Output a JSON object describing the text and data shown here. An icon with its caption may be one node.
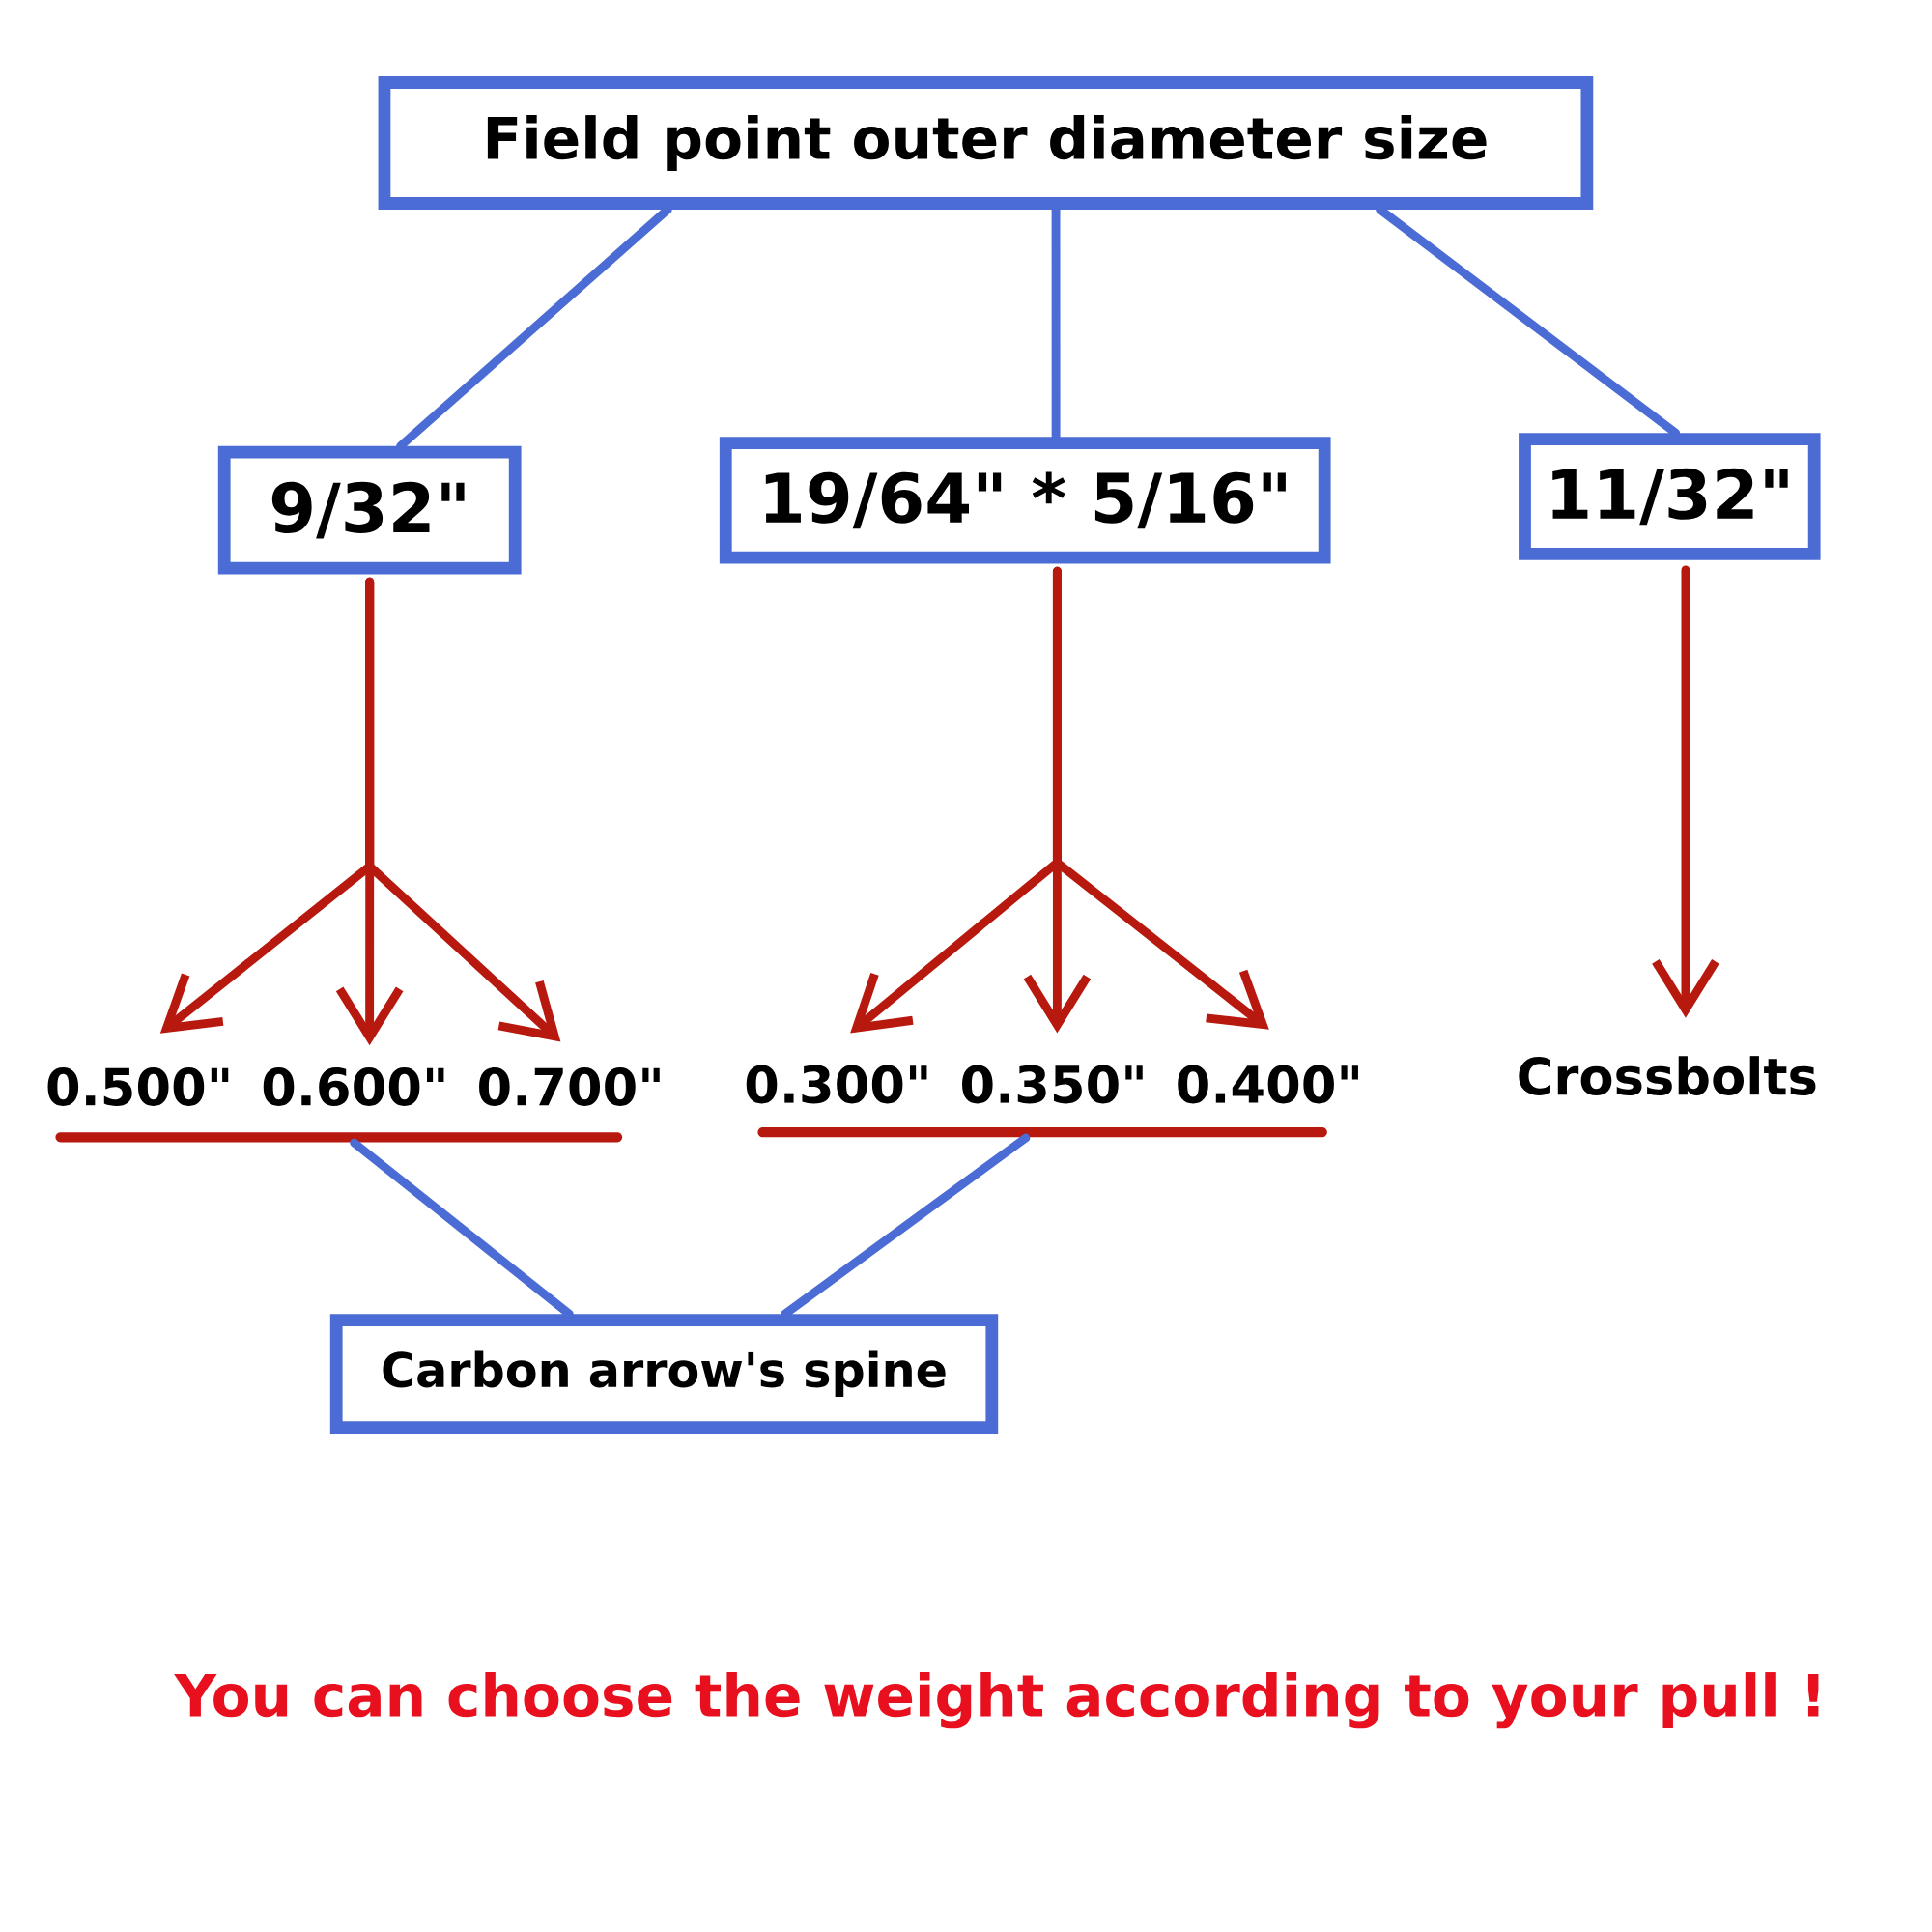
{
  "diagram": {
    "nodes": [
      {
        "text": [
          "Field point outer diameter size"
        ]
      },
      {
        "text": [
          "9/32\""
        ]
      },
      {
        "text": [
          "19/64\" * 5/16\""
        ]
      },
      {
        "text": [
          "11/32\""
        ]
      },
      {
        "text": [
          "0.500\""
        ]
      },
      {
        "text": [
          "0.600\""
        ]
      },
      {
        "text": [
          "0.700\""
        ]
      },
      {
        "text": [
          "0.300\""
        ]
      },
      {
        "text": [
          "0.350\""
        ]
      },
      {
        "text": [
          "0.400\""
        ]
      },
      {
        "text": [
          "Crossbolts"
        ]
      },
      {
        "text": [],
        "shape": "bar"
      },
      {
        "text": [],
        "shape": "bar"
      },
      {
        "text": [
          "Carbon arrow's spine"
        ]
      }
    ],
    "edges": [
      {
        "from": 0,
        "to": 1,
        "arrow": "none",
        "color": "#4a6cd4"
      },
      {
        "from": 0,
        "to": 2,
        "arrow": "none",
        "color": "#4a6cd4"
      },
      {
        "from": 0,
        "to": 3,
        "arrow": "none",
        "color": "#4a6cd4"
      },
      {
        "from": 1,
        "to": 4,
        "arrow": "to"
      },
      {
        "from": 1,
        "to": 5,
        "arrow": "to"
      },
      {
        "from": 1,
        "to": 6,
        "arrow": "to"
      },
      {
        "from": 2,
        "to": 7,
        "arrow": "to"
      },
      {
        "from": 2,
        "to": 8,
        "arrow": "to"
      },
      {
        "from": 2,
        "to": 9,
        "arrow": "to"
      },
      {
        "from": 3,
        "to": 10,
        "arrow": "to"
      },
      {
        "from": 11,
        "to": 13,
        "arrow": "none",
        "color": "#4a6cd4"
      },
      {
        "from": 12,
        "to": 13,
        "arrow": "none",
        "color": "#4a6cd4"
      }
    ],
    "labels": [
      "You can choose the weight according to your pull !"
    ]
  }
}
